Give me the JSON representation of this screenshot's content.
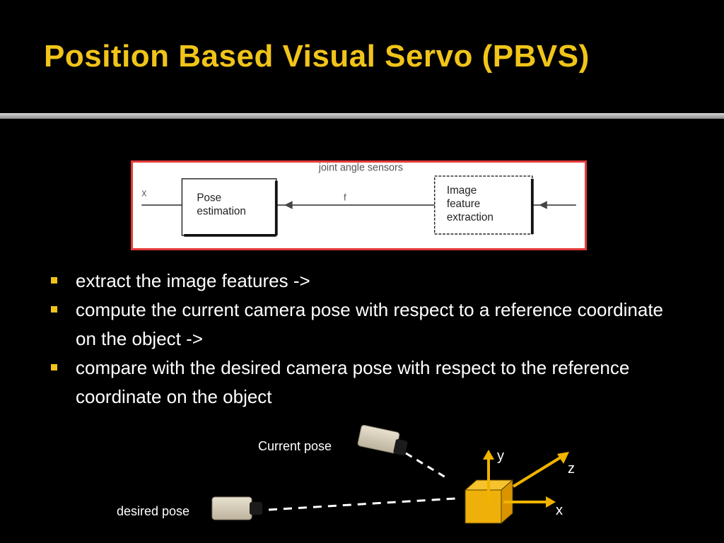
{
  "title": "Position Based Visual Servo (PBVS)",
  "top_diagram": {
    "sensor_label": "joint angle sensors",
    "box_pose": "Pose estimation",
    "box_image": "Image feature extraction",
    "signal_label": "f",
    "left_label": "x"
  },
  "bullets": [
    "extract the image features ->",
    "compute the current camera pose with respect to a reference coordinate on the object ->",
    "compare with the desired camera pose with respect to the reference coordinate on the object"
  ],
  "pose_diagram": {
    "current_pose": "Current pose",
    "desired_pose": "desired pose",
    "axis_y": "y",
    "axis_z": "z",
    "axis_x": "x"
  },
  "colors": {
    "accent": "#f0c419",
    "frame_red": "#e63c3c",
    "cube_fill": "#efb00a"
  }
}
